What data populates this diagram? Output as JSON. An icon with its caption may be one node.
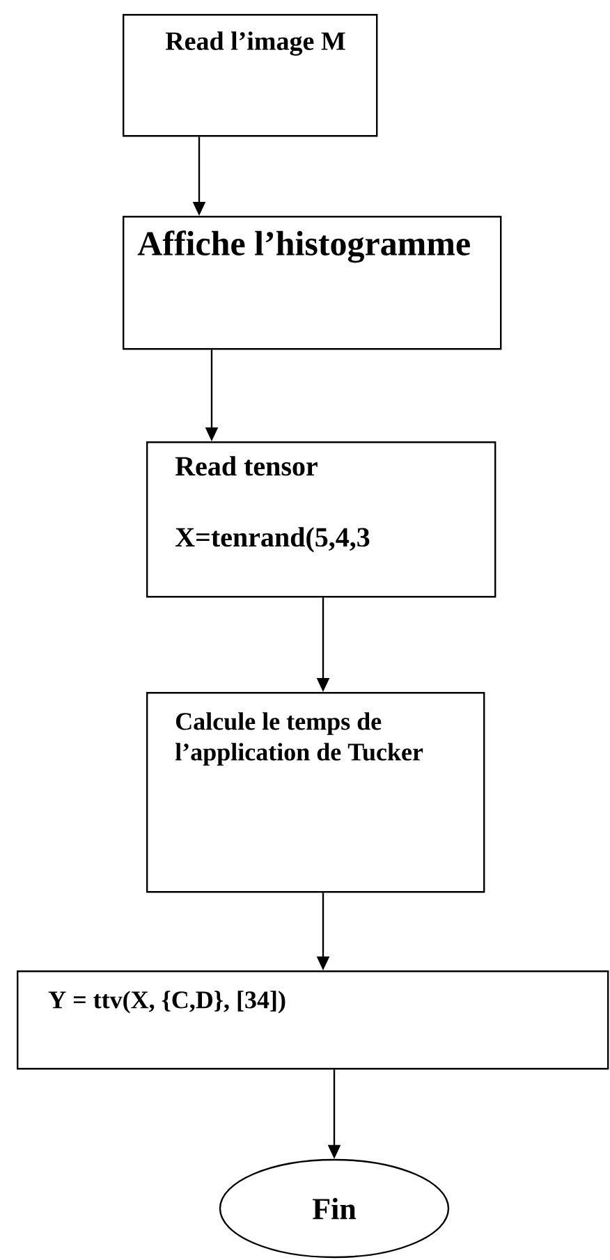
{
  "diagram": {
    "nodes": [
      {
        "text": [
          "Read l’image M"
        ]
      },
      {
        "text": [
          "Affiche l’histogramme"
        ]
      },
      {
        "text": [
          "Read tensor",
          "X=tenrand(5,4,3"
        ]
      },
      {
        "text": [
          "Calcule le temps de l’application de Tucker"
        ]
      },
      {
        "text": [
          "Y = ttv(X, {C,D}, [34])"
        ]
      },
      {
        "text": [
          "Fin"
        ]
      }
    ],
    "edges": [
      {
        "from": 0,
        "to": 1,
        "arrow": "to"
      },
      {
        "from": 1,
        "to": 2,
        "arrow": "to"
      },
      {
        "from": 2,
        "to": 3,
        "arrow": "to"
      },
      {
        "from": 3,
        "to": 4,
        "arrow": "to"
      },
      {
        "from": 4,
        "to": 5,
        "arrow": "to"
      }
    ]
  }
}
